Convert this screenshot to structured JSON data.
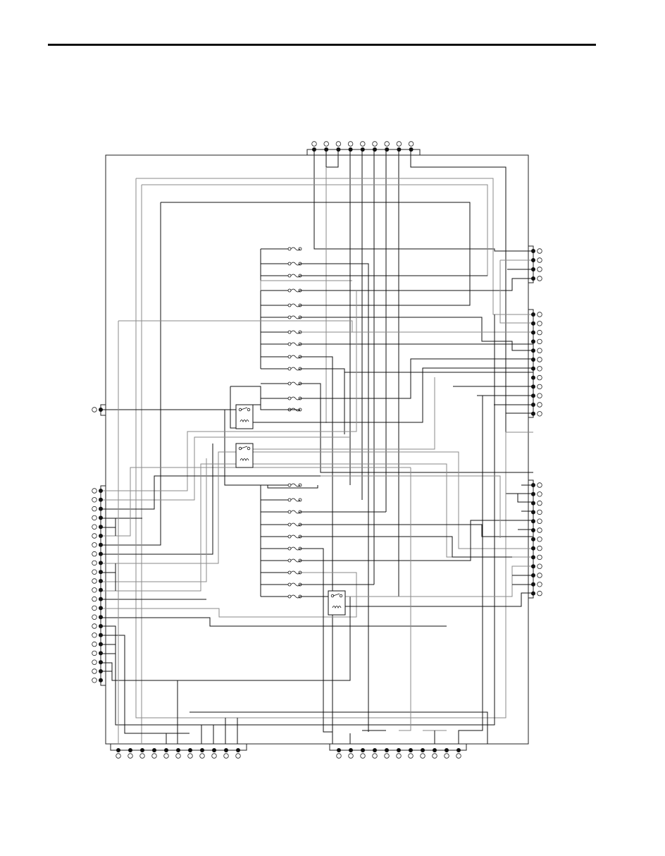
{
  "page": {
    "background": "#ffffff",
    "rule_color": "#111111"
  },
  "wire_colors": {
    "black": "#111111",
    "gray": "#8a8a8a"
  },
  "connectors": {
    "top": {
      "count": 9
    },
    "right_a": {
      "count": 4
    },
    "right_b": {
      "count": 12
    },
    "right_c": {
      "count": 13
    },
    "left_single": {
      "count": 1
    },
    "left_main": {
      "count": 22
    },
    "bottom_left": {
      "count": 11
    },
    "bottom_right": {
      "count": 11
    }
  },
  "fuses": {
    "count": 22
  },
  "relays": {
    "count": 3
  }
}
